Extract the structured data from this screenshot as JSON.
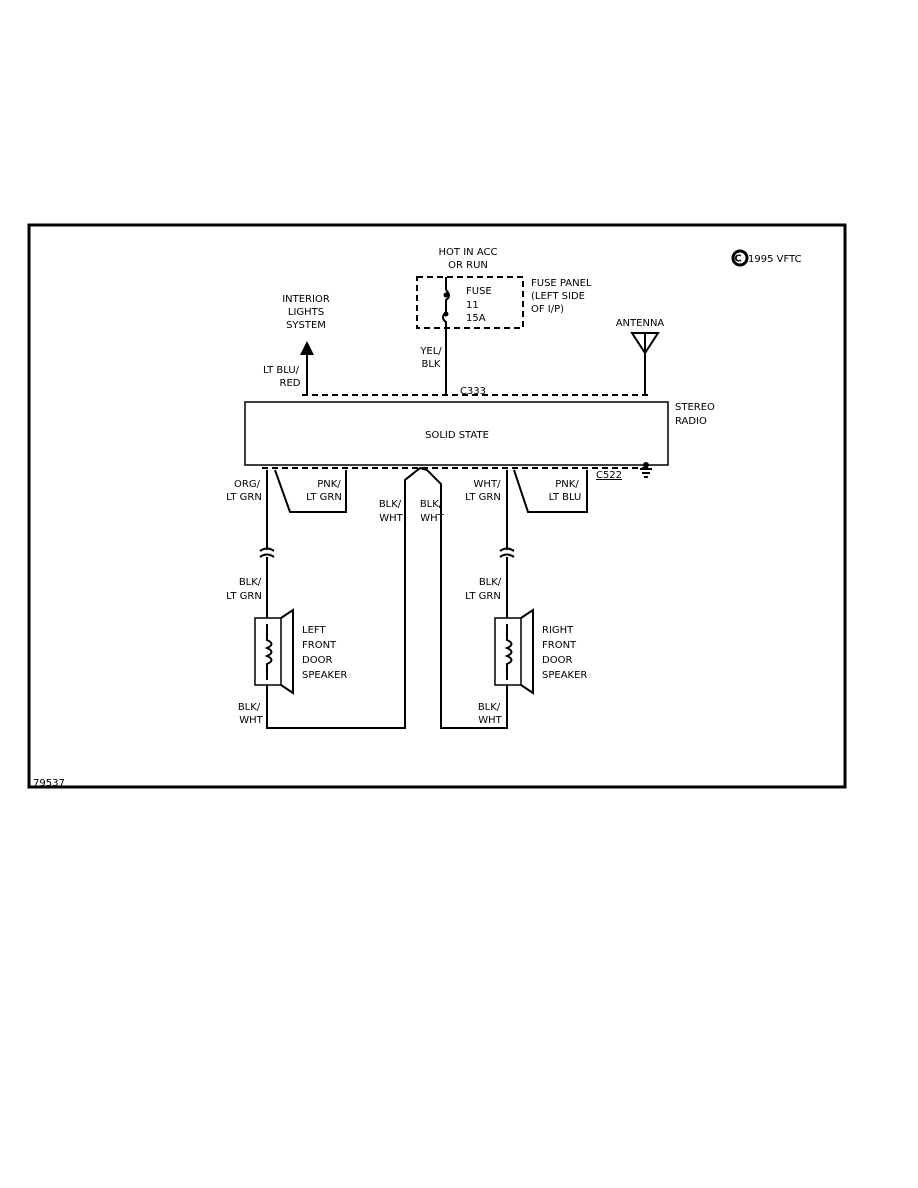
{
  "copyright": "1995 VFTC",
  "figure_id": "79537",
  "power": {
    "line1": "HOT IN ACC",
    "line2": "OR RUN"
  },
  "fuse": {
    "label": "FUSE",
    "number": "11",
    "rating": "15A"
  },
  "fuse_panel": {
    "line1": "FUSE PANEL",
    "line2": "(LEFT SIDE",
    "line3": "OF I/P)"
  },
  "interior": {
    "line1": "INTERIOR",
    "line2": "LIGHTS",
    "line3": "SYSTEM"
  },
  "antenna": "ANTENNA",
  "connector_top": "C333",
  "connector_bottom": "C522",
  "radio": {
    "name1": "STEREO",
    "name2": "RADIO",
    "type": "SOLID STATE"
  },
  "wires": {
    "lt_blu_red": [
      "LT BLU/",
      "RED"
    ],
    "yel_blk": [
      "YEL/",
      "BLK"
    ],
    "org_lt_grn": [
      "ORG/",
      "LT GRN"
    ],
    "pnk_lt_grn": [
      "PNK/",
      "LT GRN"
    ],
    "blk_wht_left": [
      "BLK/",
      "WHT"
    ],
    "blk_wht_right": [
      "BLK/",
      "WHT"
    ],
    "wht_lt_grn": [
      "WHT/",
      "LT GRN"
    ],
    "pnk_lt_blu": [
      "PNK/",
      "LT BLU"
    ],
    "left_blk_lt_grn": [
      "BLK/",
      "LT GRN"
    ],
    "right_blk_lt_grn": [
      "BLK/",
      "LT GRN"
    ],
    "left_blk_wht_low": [
      "BLK/",
      "WHT"
    ],
    "right_blk_wht_low": [
      "BLK/",
      "WHT"
    ]
  },
  "speakers": {
    "left": [
      "LEFT",
      "FRONT",
      "DOOR",
      "SPEAKER"
    ],
    "right": [
      "RIGHT",
      "FRONT",
      "DOOR",
      "SPEAKER"
    ]
  }
}
